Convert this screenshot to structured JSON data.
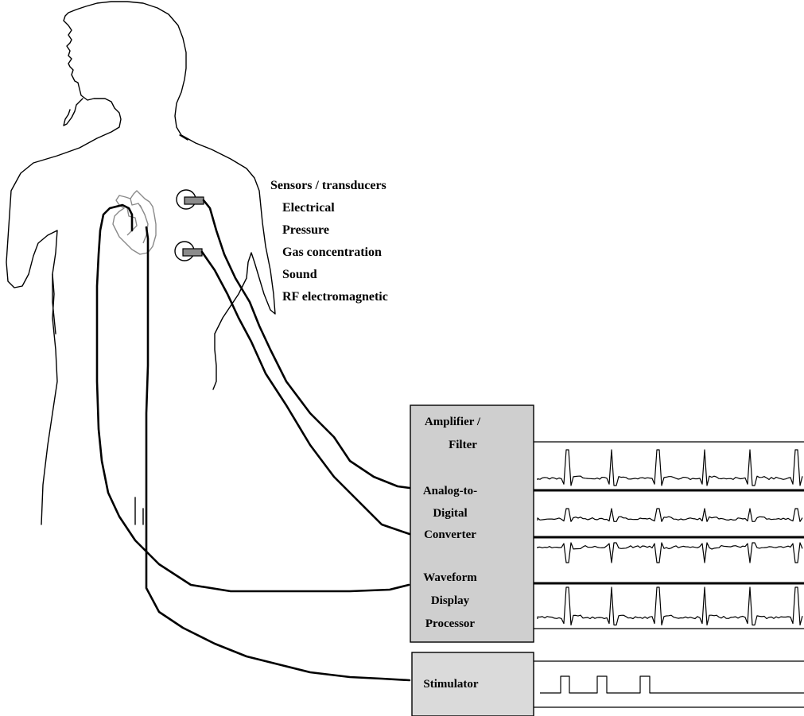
{
  "sensors": {
    "title": "Sensors / transducers",
    "items": [
      "Electrical",
      "Pressure",
      "Gas concentration",
      "Sound",
      "RF electromagnetic"
    ]
  },
  "processor_box": {
    "line1": "Amplifier /",
    "line2": "Filter",
    "line3": "Analog-to-",
    "line4": "Digital",
    "line5": "Converter",
    "line6": "Waveform",
    "line7": "Display",
    "line8": "Processor"
  },
  "stimulator_box": {
    "label": "Stimulator"
  },
  "colors": {
    "box_fill": "#cfcfcf",
    "stimulator_fill": "#dadada",
    "electrode_fill": "#8c8c8c",
    "heart_outline": "#8a8a8a"
  }
}
